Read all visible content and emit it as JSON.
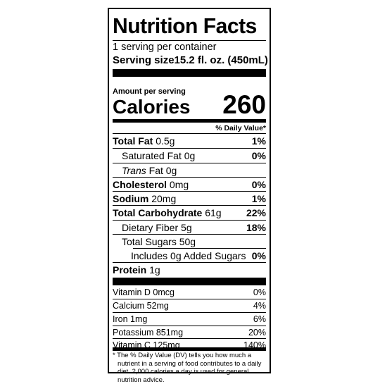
{
  "label": {
    "title": "Nutrition Facts",
    "servings_per_container": "1 serving per container",
    "serving_size_label": "Serving size",
    "serving_size_value": "15.2 fl. oz. (450mL)",
    "amount_per_serving": "Amount per serving",
    "calories_label": "Calories",
    "calories_value": "260",
    "daily_value_header": "% Daily Value*"
  },
  "nutrients": [
    {
      "name": "Total Fat",
      "amount": "0.5g",
      "dv": "1%"
    },
    {
      "name": "Saturated Fat",
      "amount": "0g",
      "dv": "0%"
    },
    {
      "name": "Trans",
      "name_suffix": " Fat",
      "amount": "0g",
      "dv": ""
    },
    {
      "name": "Cholesterol",
      "amount": "0mg",
      "dv": "0%"
    },
    {
      "name": "Sodium",
      "amount": "20mg",
      "dv": "1%"
    },
    {
      "name": "Total Carbohydrate",
      "amount": "61g",
      "dv": "22%"
    },
    {
      "name": "Dietary Fiber",
      "amount": "5g",
      "dv": "18%"
    },
    {
      "name": "Total Sugars",
      "amount": "50g",
      "dv": ""
    },
    {
      "name": "Includes 0g Added Sugars",
      "amount": "",
      "dv": "0%"
    },
    {
      "name": "Protein",
      "amount": "1g",
      "dv": ""
    }
  ],
  "vitamins": [
    {
      "name": "Vitamin D 0mcg",
      "dv": "0%"
    },
    {
      "name": "Calcium 52mg",
      "dv": "4%"
    },
    {
      "name": "Iron 1mg",
      "dv": "6%"
    },
    {
      "name": "Potassium 851mg",
      "dv": "20%"
    },
    {
      "name": "Vitamin C 125mg",
      "dv": "140%"
    }
  ],
  "footnote": "* The % Daily Value (DV) tells you how much a nutrient in a serving of food contributes to a daily diet. 2,000 calories a day is used for general nutrition advice."
}
